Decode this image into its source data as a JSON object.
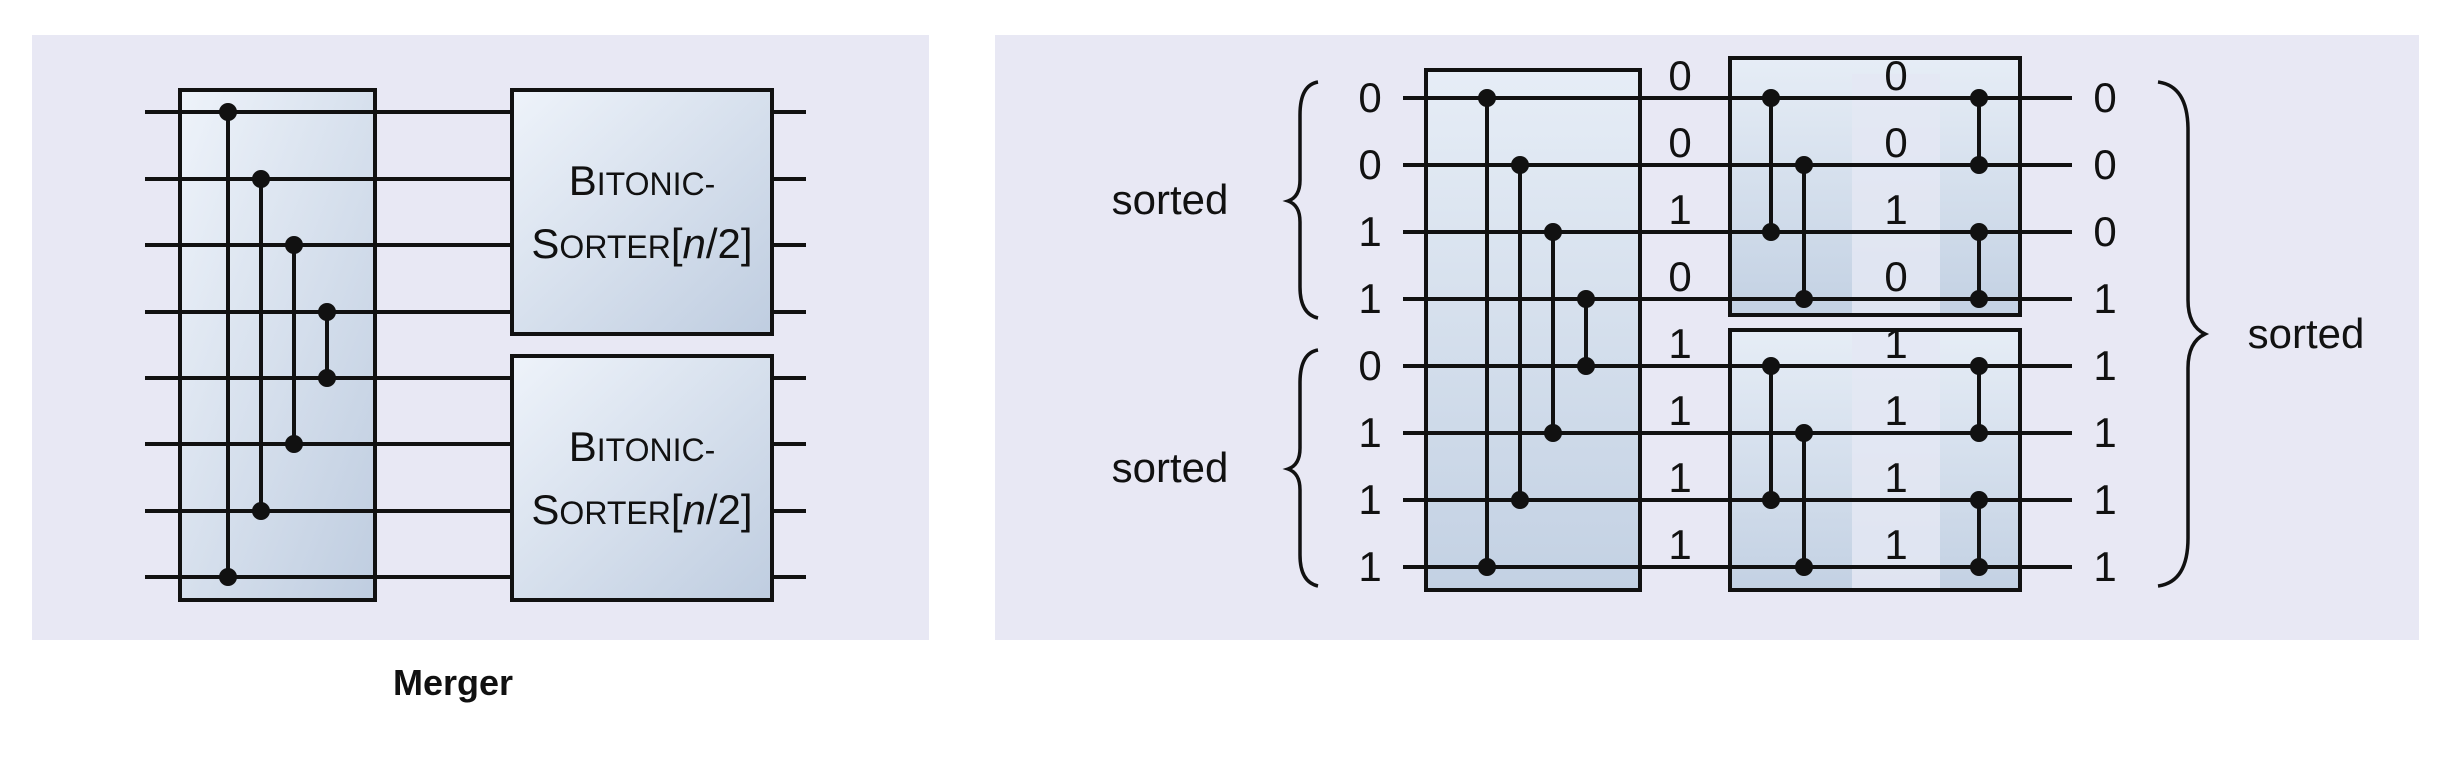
{
  "left_panel": {
    "caption": "Merger",
    "subsorter_label": {
      "lead1": "B",
      "rest1": "ITONIC-",
      "lead2": "S",
      "rest2": "ORTER",
      "bracket_open": "[",
      "n": "n",
      "slash_two": "/2",
      "bracket_close": "]"
    }
  },
  "right_panel": {
    "input_group_labels": [
      "sorted",
      "sorted"
    ],
    "output_label": "sorted",
    "stage_inputs": [
      "0",
      "0",
      "1",
      "1",
      "0",
      "1",
      "1",
      "1"
    ],
    "after_stage1": [
      "0",
      "0",
      "1",
      "0",
      "1",
      "1",
      "1",
      "1"
    ],
    "after_stage2": [
      "0",
      "0",
      "1",
      "0",
      "1",
      "1",
      "1",
      "1"
    ],
    "outputs": [
      "0",
      "0",
      "0",
      "1",
      "1",
      "1",
      "1",
      "1"
    ]
  },
  "colors": {
    "panel_background": "#e8e8f4",
    "box_gradient_light": "#eaf0f8",
    "box_gradient_dark": "#c2d0e2",
    "line": "#111111"
  }
}
